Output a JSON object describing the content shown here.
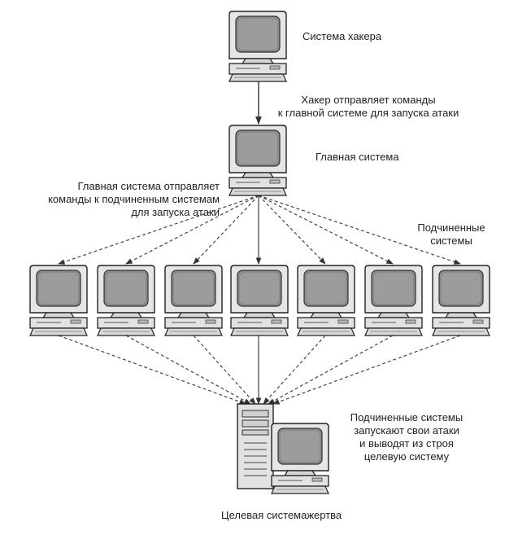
{
  "labels": {
    "hacker": "Система хакера",
    "hacker_sends": [
      "Хакер отправляет команды",
      "к главной системе для запуска атаки"
    ],
    "master": "Главная система",
    "master_sends": [
      "Главная система отправляет",
      "команды к подчиненным системам",
      "для запуска атаки"
    ],
    "slaves": [
      "Подчиненные",
      "системы"
    ],
    "slaves_attack": [
      "Подчиненные системы",
      "запускают свои атаки",
      "и выводят из строя",
      "целевую систему"
    ],
    "victim": "Целевая системажертва"
  },
  "icons": {
    "hacker_computer": "desktop-computer-icon",
    "master_computer": "desktop-computer-icon",
    "slave_computer": "desktop-computer-icon",
    "victim_tower": "server-tower-icon",
    "victim_computer": "desktop-computer-icon"
  },
  "colors": {
    "stroke": "#222222",
    "monitor_body": "#e6e6e6",
    "screen": "#8a8a8a",
    "arrow": "#444444"
  }
}
